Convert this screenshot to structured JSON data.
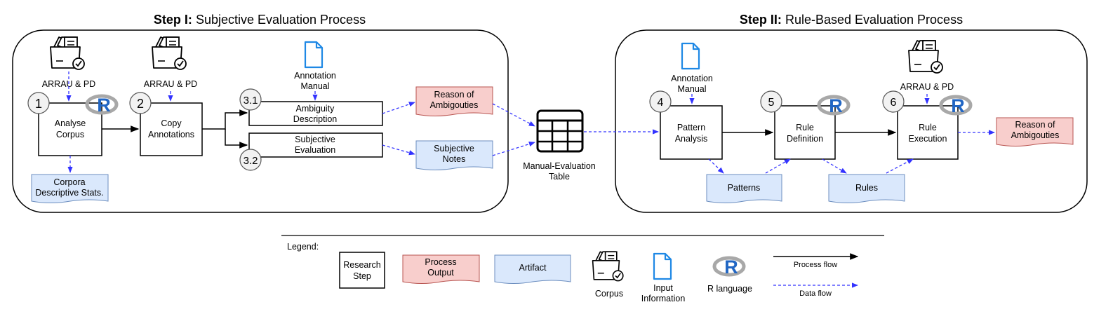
{
  "step1": {
    "title_bold": "Step I:",
    "title_rest": " Subjective Evaluation Process"
  },
  "step2": {
    "title_bold": "Step II:",
    "title_rest": " Rule-Based Evaluation Process"
  },
  "corpus_label": "ARRAU & PD",
  "annotation_manual": [
    "Annotation",
    "Manual"
  ],
  "steps": {
    "s1": {
      "number": "1",
      "lines": [
        "Analyse",
        "Corpus"
      ]
    },
    "s2": {
      "number": "2",
      "lines": [
        "Copy",
        "Annotations"
      ]
    },
    "s31": {
      "number": "3.1",
      "lines": [
        "Ambiguity",
        "Description"
      ]
    },
    "s32": {
      "number": "3.2",
      "lines": [
        "Subjective",
        "Evaluation"
      ]
    },
    "s4": {
      "number": "4",
      "lines": [
        "Pattern",
        "Analysis"
      ]
    },
    "s5": {
      "number": "5",
      "lines": [
        "Rule",
        "Definition"
      ]
    },
    "s6": {
      "number": "6",
      "lines": [
        "Rule",
        "Execution"
      ]
    }
  },
  "artifacts": {
    "corpora_stats": [
      "Corpora",
      "Descriptive Stats."
    ],
    "subjective_notes": [
      "Subjective",
      "Notes"
    ],
    "patterns": "Patterns",
    "rules": "Rules"
  },
  "outputs": {
    "reason1": [
      "Reason of",
      "Ambigouties"
    ],
    "reason2": [
      "Reason of",
      "Ambigouties"
    ]
  },
  "table_label": [
    "Manual-Evaluation",
    "Table"
  ],
  "r_glyph": "R",
  "legend": {
    "title": "Legend:",
    "research_step": [
      "Research",
      "Step"
    ],
    "process_output": [
      "Process",
      "Output"
    ],
    "artifact": "Artifact",
    "corpus": "Corpus",
    "input_info": [
      "Input",
      "Information"
    ],
    "r_language": "R language",
    "process_flow": "Process flow",
    "data_flow": "Data flow"
  },
  "colors": {
    "output_fill": "#f8cecc",
    "output_stroke": "#b85450",
    "artifact_fill": "#dae8fc",
    "artifact_stroke": "#6c8ebf",
    "data_flow": "#3333ff",
    "r_blue": "#2166c4",
    "r_gray": "#a8a8a8",
    "doc_blue": "#1e88e5"
  }
}
